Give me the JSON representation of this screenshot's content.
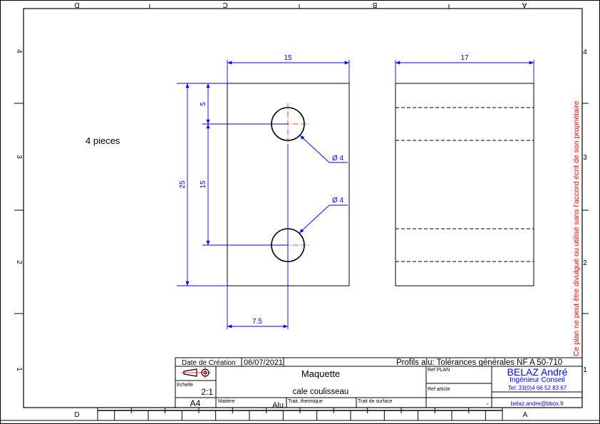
{
  "note_text": "4 pieces",
  "border": {
    "top_letters": [
      "D",
      "C",
      "B",
      "A"
    ],
    "bottom_letters": [
      "D",
      "A"
    ],
    "left_numbers": [
      "4",
      "3",
      "2",
      "1"
    ],
    "right_numbers": [
      "4",
      "3",
      "2",
      "1"
    ]
  },
  "copyright_notice": "Ce plan ne peut être divulgué ou utilisé sans l'accord écrit de son propriétaire",
  "dimensions": {
    "width_front": "15",
    "width_side": "17",
    "top_offset": "5",
    "hole_spacing": "15",
    "total_height": "25",
    "hole_x_offset": "7.5",
    "hole_diameter_1": "Ø 4",
    "hole_diameter_2": "Ø 4"
  },
  "title_block": {
    "date_label": "Date de Création",
    "date_value": "06/07/2021",
    "tolerances": "Profils alu: Tolérances générales NF A 50-710",
    "scale_label": "Echelle",
    "scale_value": "2:1",
    "title": "Maquette",
    "subtitle": "cale coulisseau",
    "ref_plan_label": "Ref PLAN",
    "ref_article_label": "Ref article",
    "company_name": "BELAZ André",
    "company_role": "Ingénieur Conseil",
    "company_phone": "Tel: 33(0)4 66 52 83 67",
    "company_email": "belaz.andre@bbox.fr",
    "format": "A4",
    "material_label": "Matière",
    "material_value": "Alu",
    "treatment_label": "Trait. thermique",
    "surface_label": "Trait de surface",
    "dash_value": "-"
  },
  "colors": {
    "dimension": "#0000ff",
    "centerline": "#ff0000",
    "notice": "#ff0000",
    "outline": "#000000"
  }
}
